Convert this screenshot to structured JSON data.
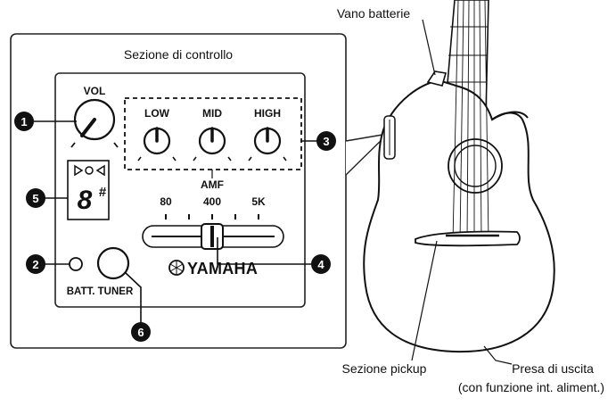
{
  "panel_title": "Sezione di controllo",
  "labels": {
    "vol": "VOL",
    "low": "LOW",
    "mid": "MID",
    "high": "HIGH",
    "amf": "AMF",
    "freq_80": "80",
    "freq_400": "400",
    "freq_5k": "5K",
    "batt_tuner": "BATT. TUNER",
    "brand": "YAMAHA",
    "tuner_note": "8",
    "tuner_sharp": "#"
  },
  "callouts": {
    "battery_box": "Vano batterie",
    "pickup": "Sezione pickup",
    "output_jack_line1": "Presa di uscita",
    "output_jack_line2": "(con funzione int. aliment.)"
  },
  "numbers": [
    "1",
    "2",
    "3",
    "4",
    "5",
    "6"
  ]
}
